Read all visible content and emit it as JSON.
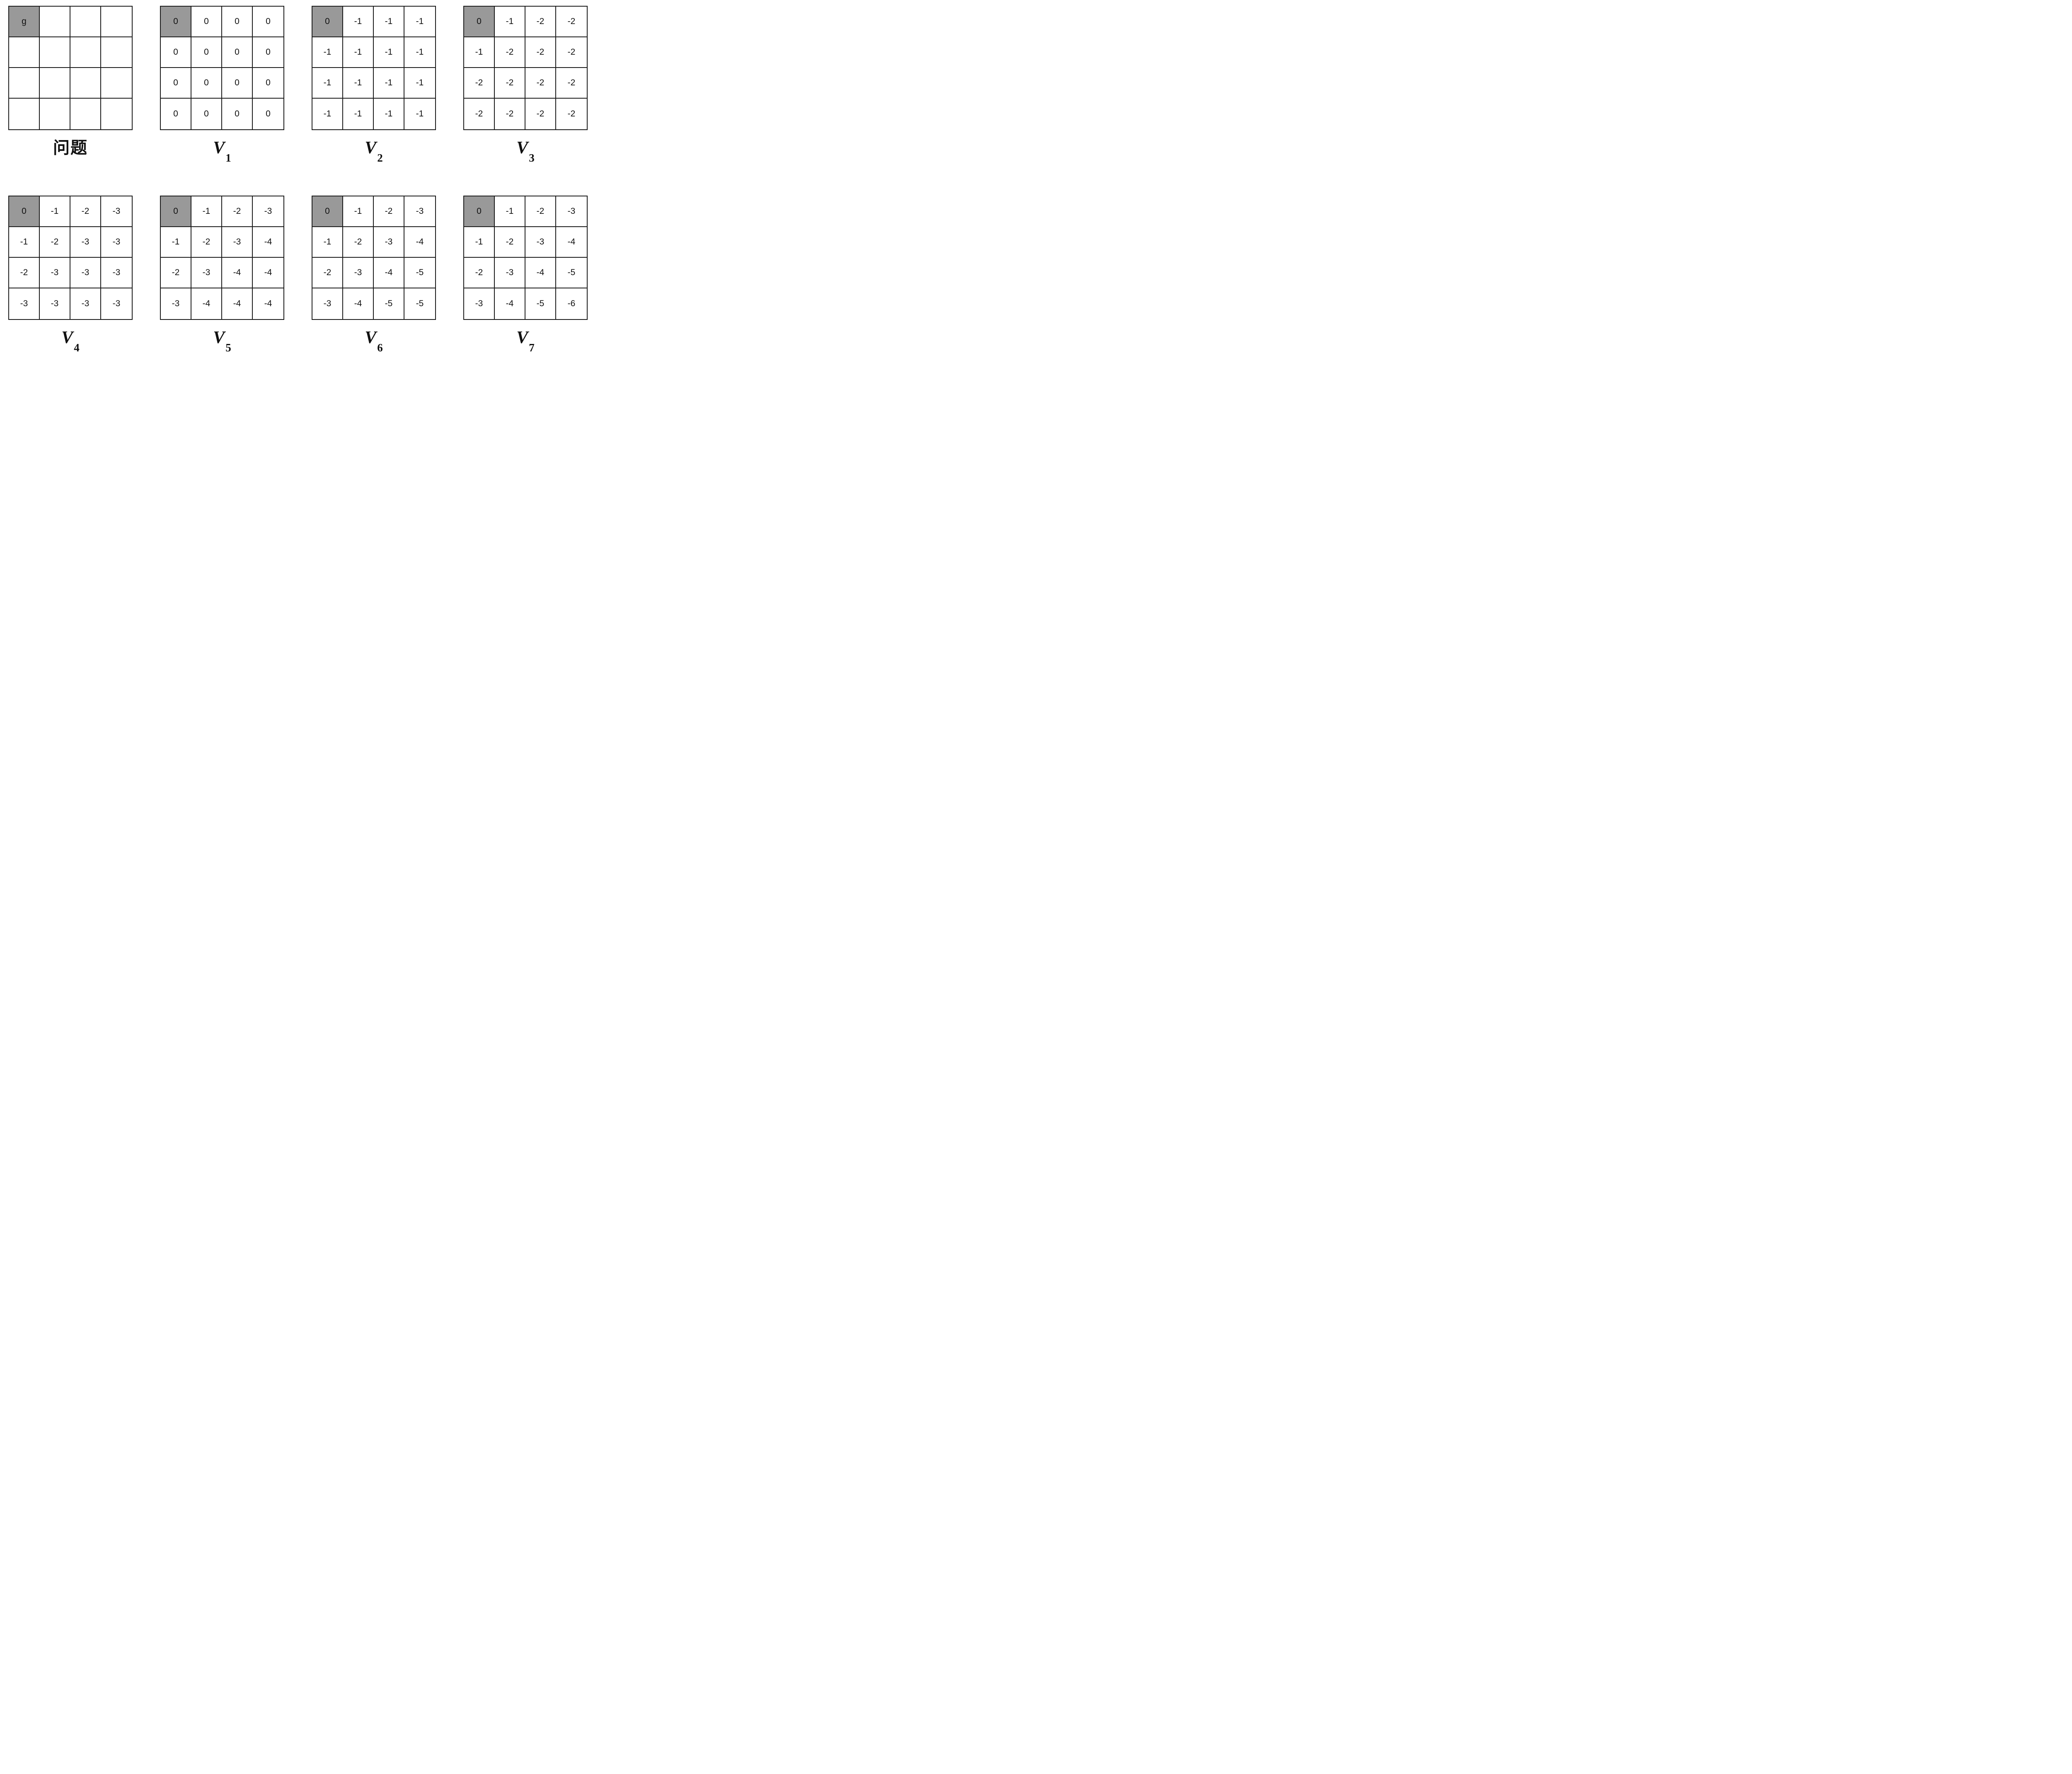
{
  "colors": {
    "grid_line": "#1a1a1a",
    "highlight_cell": "#999999",
    "cell_background": "#ffffff",
    "text": "#111111",
    "page_background": "#ffffff"
  },
  "figure": {
    "rows": 2,
    "columns": 4,
    "grid_size": "4x4"
  },
  "panels": [
    {
      "id": "problem",
      "label": {
        "base": "问题",
        "sub": ""
      },
      "highlight": {
        "row": 0,
        "col": 0
      },
      "cells": [
        [
          "g",
          "",
          "",
          ""
        ],
        [
          "",
          "",
          "",
          ""
        ],
        [
          "",
          "",
          "",
          ""
        ],
        [
          "",
          "",
          "",
          ""
        ]
      ]
    },
    {
      "id": "v1",
      "label": {
        "base": "V",
        "sub": "1"
      },
      "highlight": {
        "row": 0,
        "col": 0
      },
      "cells": [
        [
          "0",
          "0",
          "0",
          "0"
        ],
        [
          "0",
          "0",
          "0",
          "0"
        ],
        [
          "0",
          "0",
          "0",
          "0"
        ],
        [
          "0",
          "0",
          "0",
          "0"
        ]
      ]
    },
    {
      "id": "v2",
      "label": {
        "base": "V",
        "sub": "2"
      },
      "highlight": {
        "row": 0,
        "col": 0
      },
      "cells": [
        [
          "0",
          "-1",
          "-1",
          "-1"
        ],
        [
          "-1",
          "-1",
          "-1",
          "-1"
        ],
        [
          "-1",
          "-1",
          "-1",
          "-1"
        ],
        [
          "-1",
          "-1",
          "-1",
          "-1"
        ]
      ]
    },
    {
      "id": "v3",
      "label": {
        "base": "V",
        "sub": "3"
      },
      "highlight": {
        "row": 0,
        "col": 0
      },
      "cells": [
        [
          "0",
          "-1",
          "-2",
          "-2"
        ],
        [
          "-1",
          "-2",
          "-2",
          "-2"
        ],
        [
          "-2",
          "-2",
          "-2",
          "-2"
        ],
        [
          "-2",
          "-2",
          "-2",
          "-2"
        ]
      ]
    },
    {
      "id": "v4",
      "label": {
        "base": "V",
        "sub": "4"
      },
      "highlight": {
        "row": 0,
        "col": 0
      },
      "cells": [
        [
          "0",
          "-1",
          "-2",
          "-3"
        ],
        [
          "-1",
          "-2",
          "-3",
          "-3"
        ],
        [
          "-2",
          "-3",
          "-3",
          "-3"
        ],
        [
          "-3",
          "-3",
          "-3",
          "-3"
        ]
      ]
    },
    {
      "id": "v5",
      "label": {
        "base": "V",
        "sub": "5"
      },
      "highlight": {
        "row": 0,
        "col": 0
      },
      "cells": [
        [
          "0",
          "-1",
          "-2",
          "-3"
        ],
        [
          "-1",
          "-2",
          "-3",
          "-4"
        ],
        [
          "-2",
          "-3",
          "-4",
          "-4"
        ],
        [
          "-3",
          "-4",
          "-4",
          "-4"
        ]
      ]
    },
    {
      "id": "v6",
      "label": {
        "base": "V",
        "sub": "6"
      },
      "highlight": {
        "row": 0,
        "col": 0
      },
      "cells": [
        [
          "0",
          "-1",
          "-2",
          "-3"
        ],
        [
          "-1",
          "-2",
          "-3",
          "-4"
        ],
        [
          "-2",
          "-3",
          "-4",
          "-5"
        ],
        [
          "-3",
          "-4",
          "-5",
          "-5"
        ]
      ]
    },
    {
      "id": "v7",
      "label": {
        "base": "V",
        "sub": "7"
      },
      "highlight": {
        "row": 0,
        "col": 0
      },
      "cells": [
        [
          "0",
          "-1",
          "-2",
          "-3"
        ],
        [
          "-1",
          "-2",
          "-3",
          "-4"
        ],
        [
          "-2",
          "-3",
          "-4",
          "-5"
        ],
        [
          "-3",
          "-4",
          "-5",
          "-6"
        ]
      ]
    }
  ]
}
